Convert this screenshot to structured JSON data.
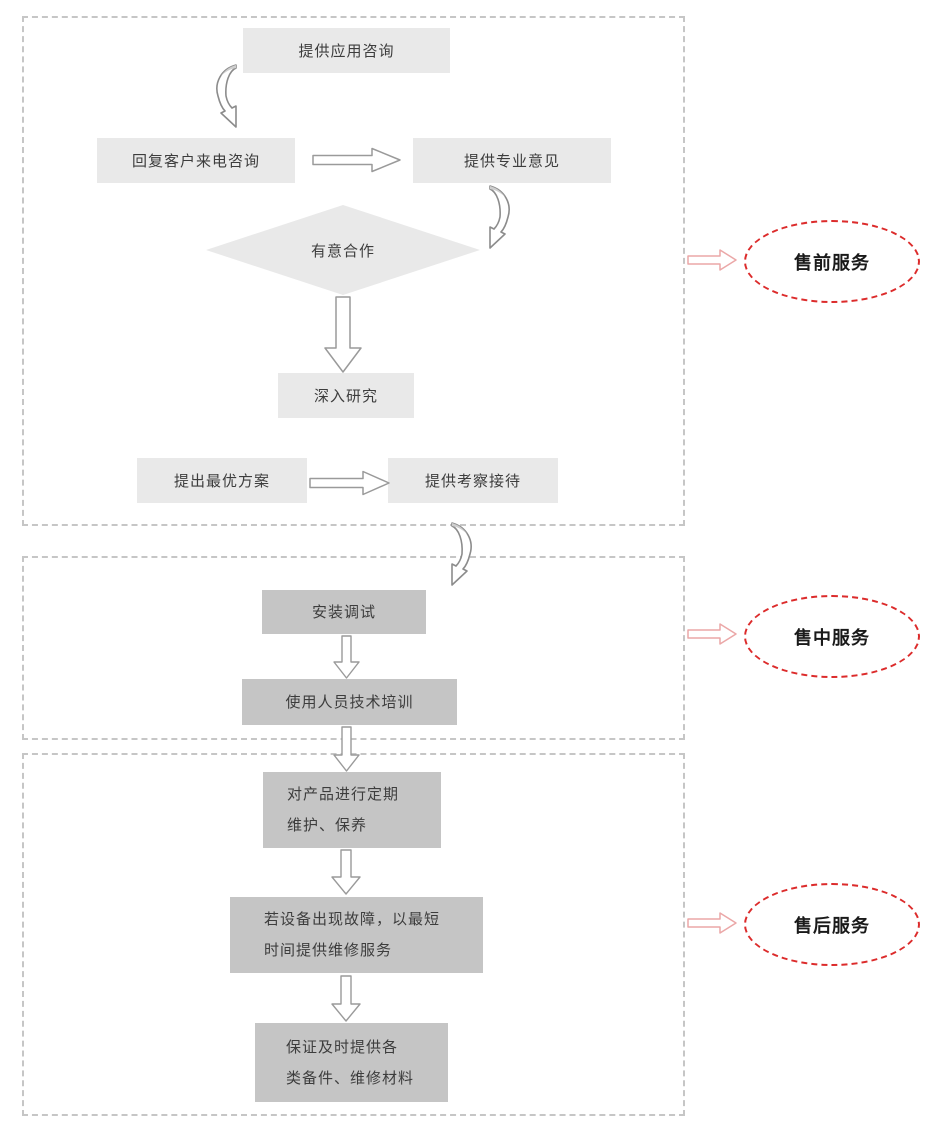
{
  "diagram": {
    "title_hidden": "",
    "sections": [
      {
        "id": "presale",
        "badge_label": "售前服务"
      },
      {
        "id": "midsale",
        "badge_label": "售中服务"
      },
      {
        "id": "aftersale",
        "badge_label": "售后服务"
      }
    ],
    "presale": {
      "app_consult": "提供应用咨询",
      "reply_call": "回复客户来电咨询",
      "pro_advice": "提供专业意见",
      "decision": "有意合作",
      "deep_research": "深入研究",
      "best_plan": "提出最优方案",
      "visit_reception": "提供考察接待"
    },
    "midsale": {
      "install_debug": "安装调试",
      "staff_training": "使用人员技术培训"
    },
    "aftersale": {
      "maintain_line1": "对产品进行定期",
      "maintain_line2": "维护、保养",
      "repair_line1": "若设备出现故障，以最短",
      "repair_line2": "时间提供维修服务",
      "spare_line1": "保证及时提供各",
      "spare_line2": "类备件、维修材料"
    },
    "colors": {
      "light_box": "#e9e9e9",
      "dark_box": "#c5c5c5",
      "section_border": "#c6c6c6",
      "badge_red": "#dc2b2b",
      "arrow_pink": "#eba7a7",
      "arrow_gray": "#9a9a9a",
      "text": "#3d3d3d"
    }
  }
}
